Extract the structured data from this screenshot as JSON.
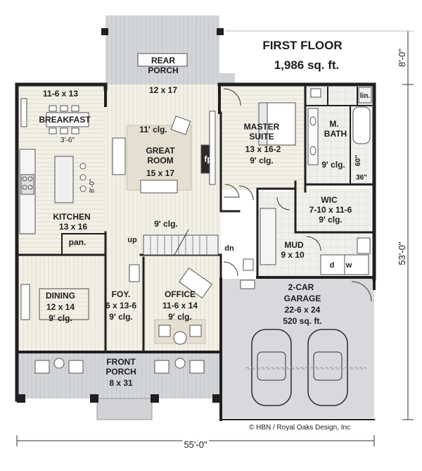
{
  "title": {
    "floor": "FIRST FLOOR",
    "area": "1,986 sq. ft."
  },
  "dimensions": {
    "width": "55'-0\"",
    "depth": "53'-0\"",
    "porch_depth": "8'-0\""
  },
  "rooms": {
    "rear_porch": {
      "name_line1": "REAR",
      "name_line2": "PORCH",
      "size": "12 x 17"
    },
    "breakfast": {
      "size": "11-6 x 13",
      "name": "BREAKFAST",
      "note": "3'-6\""
    },
    "great_room": {
      "ceiling": "11' clg.",
      "name_line1": "GREAT",
      "name_line2": "ROOM",
      "size": "15 x 17",
      "fireplace": "fp"
    },
    "master_suite": {
      "name_line1": "MASTER",
      "name_line2": "SUITE",
      "size": "13 x 16-2",
      "ceiling": "9' clg."
    },
    "master_bath": {
      "name_line1": "M.",
      "name_line2": "BATH",
      "ceiling": "9' clg.",
      "shower": "60\"",
      "shower_width": "36\"",
      "linen": "lin."
    },
    "wic": {
      "name": "WIC",
      "size": "7-10 x 11-6",
      "ceiling": "9' clg."
    },
    "kitchen": {
      "name": "KITCHEN",
      "size": "13 x 16",
      "island": "8'-0\"",
      "pantry": "pan."
    },
    "hall": {
      "ceiling": "9' clg.",
      "stairs_up": "up",
      "stairs_down": "dn"
    },
    "mud": {
      "name": "MUD",
      "size": "9 x 10",
      "dryer": "d",
      "washer": "w"
    },
    "dining": {
      "name": "DINING",
      "size": "12 x 14",
      "ceiling": "9' clg."
    },
    "foyer": {
      "name": "FOY.",
      "size": "6 x 13-6",
      "ceiling": "9' clg."
    },
    "office": {
      "name": "OFFICE",
      "size": "11-6 x 14",
      "ceiling": "9' clg."
    },
    "garage": {
      "name_line1": "2-CAR",
      "name_line2": "GARAGE",
      "size": "22-6 x 24",
      "area": "520 sq. ft."
    },
    "front_porch": {
      "name": "FRONT",
      "name_line2": "PORCH",
      "size": "8 x 31"
    }
  },
  "copyright": "© HBN / Royal Oaks Design, Inc",
  "colors": {
    "wall": "#1f1f1f",
    "wood_floor": "#f2efe4",
    "tile_floor": "#ebebe8",
    "porch_floor": "#d4d6da",
    "garage_floor": "#d8d9dc",
    "rug": "#e4dfd0"
  }
}
